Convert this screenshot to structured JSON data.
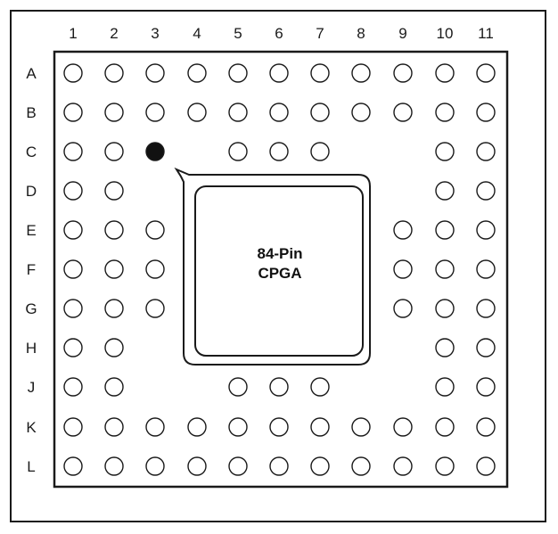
{
  "package_label": [
    "84-Pin",
    "CPGA"
  ],
  "columns": [
    "1",
    "2",
    "3",
    "4",
    "5",
    "6",
    "7",
    "8",
    "9",
    "10",
    "11"
  ],
  "rows": [
    "A",
    "B",
    "C",
    "D",
    "E",
    "F",
    "G",
    "H",
    "J",
    "K",
    "L"
  ],
  "pin_map": [
    "ooooooooooo",
    "ooooooooooo",
    "ooX.ooo..oo",
    "oo.......oo",
    "ooo.....ooo",
    "ooo.....ooo",
    "ooo.....ooo",
    "oo.......oo",
    "oo..ooo..oo",
    "ooooooooooo",
    "ooooooooooo"
  ],
  "legend": {
    "o": "pin",
    "X": "index pin",
    ".": "no pin"
  },
  "colors": {
    "line": "#1a1a1a",
    "pin_fill": "#ffffff",
    "index_pin_fill": "#111111",
    "background": "#ffffff"
  }
}
